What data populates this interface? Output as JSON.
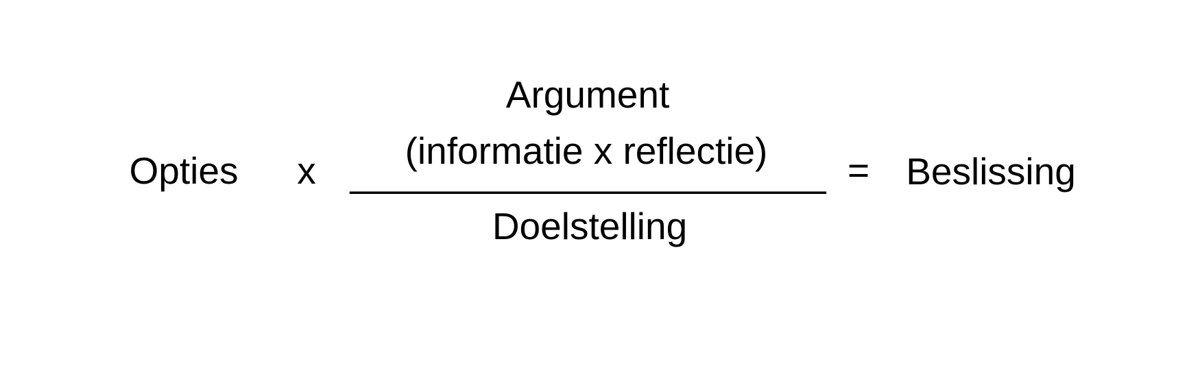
{
  "formula": {
    "options_label": "Opties",
    "multiply_sign": "x",
    "fraction": {
      "numerator_line1": "Argument",
      "numerator_line2": "(informatie x reflectie)",
      "bar": "______________________",
      "denominator": "Doelstelling"
    },
    "equals_sign": "=",
    "result": "Beslissing"
  },
  "colors": {
    "background": "#ffffff",
    "text": "#000000"
  }
}
